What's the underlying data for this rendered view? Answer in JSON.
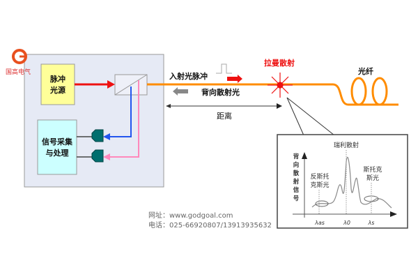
{
  "logo": {
    "text": "国高电气",
    "colors": {
      "ring": "#e8501f"
    }
  },
  "device": {
    "pulse_source": "脉冲\n光源",
    "pulse_source_lines": [
      "脉冲",
      "光源"
    ],
    "processing_lines": [
      "信号采集",
      "与处理"
    ]
  },
  "fiber": {
    "incident_label": "入射光脉冲",
    "backscatter_label": "背向散射光",
    "raman_label": "拉曼散射",
    "fiber_label": "光纤",
    "distance_label": "距离"
  },
  "inset": {
    "y_axis_label": [
      "背",
      "向",
      "散",
      "射",
      "信",
      "号"
    ],
    "rayleigh_label": "瑞利散射",
    "anti_stokes_lines": [
      "反斯托",
      "克斯光"
    ],
    "stokes_lines": [
      "斯托克",
      "斯光"
    ],
    "x_ticks": [
      "λas",
      "λ0",
      "λs"
    ]
  },
  "footer": {
    "website": "网址：www.godgoal.com",
    "phone": "电话：025-66920807/13913935632"
  },
  "colors": {
    "fiber": "#ff8c00",
    "laser": "#ee1111",
    "blue_path": "#2255ee",
    "pink_path": "#ff88bb",
    "detector": "#006e6e",
    "device_bg": "#e6eaf5",
    "source_bg": "#ffff99",
    "proc_bg": "#ccffff"
  }
}
